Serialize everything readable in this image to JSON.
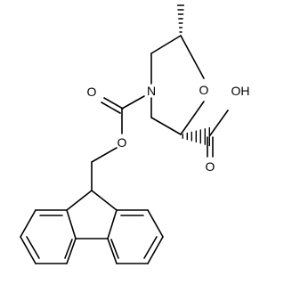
{
  "molecule": {
    "atoms": {
      "ring_nitrogen": "N",
      "ring_oxygen": "O",
      "carbamate_carbonyl_oxygen": "O",
      "carbamate_ester_oxygen": "O",
      "acid_carbonyl_oxygen": "O",
      "acid_hydroxyl": "OH"
    }
  },
  "colors": {
    "bond": "#000000",
    "background": "#ffffff"
  }
}
